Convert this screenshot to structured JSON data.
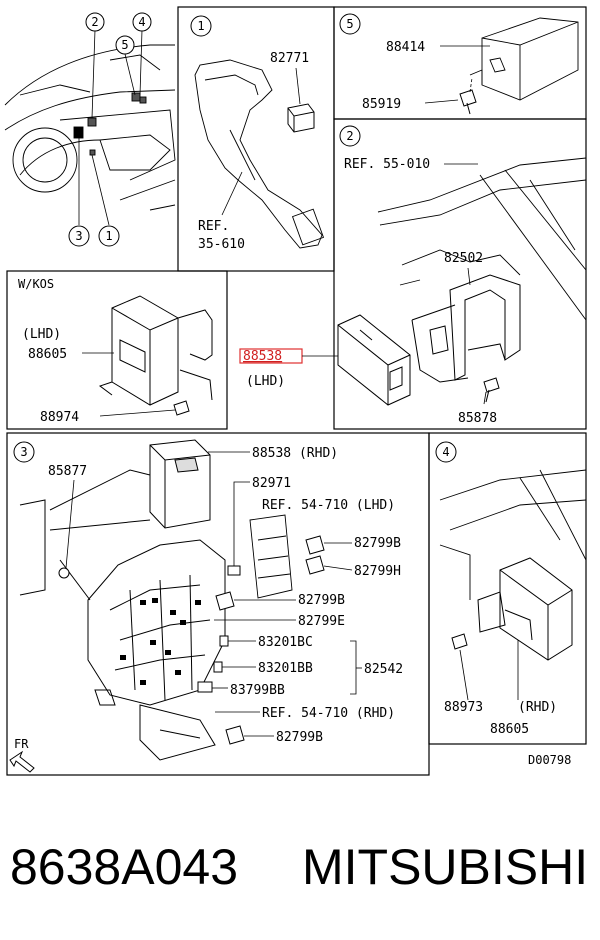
{
  "diagram": {
    "callout_numbers": [
      "1",
      "2",
      "3",
      "4",
      "5"
    ],
    "labels": {
      "p82771": "82771",
      "ref35610_a": "REF.",
      "ref35610_b": "35-610",
      "p88414": "88414",
      "p85919": "85919",
      "ref55010": "REF. 55-010",
      "p82502": "82502",
      "p88538_lhd": "88538",
      "lhd_a": "(LHD)",
      "p85878": "85878",
      "wkos": "W/KOS",
      "lhd_b": "(LHD)",
      "p88605_a": "88605",
      "p88974": "88974",
      "p88538_rhd": "88538 (RHD)",
      "p85877": "85877",
      "p82971": "82971",
      "ref54710_lhd": "REF. 54-710 (LHD)",
      "p82799B_a": "82799B",
      "p82799H": "82799H",
      "p82799B_b": "82799B",
      "p82799E": "82799E",
      "p83201BC": "83201BC",
      "p83201BB": "83201BB",
      "p82542": "82542",
      "p83799BB": "83799BB",
      "ref54710_rhd": "REF. 54-710 (RHD)",
      "p82799B_c": "82799B",
      "fr": "FR",
      "p88973": "88973",
      "rhd": "(RHD)",
      "p88605_b": "88605",
      "code": "D00798"
    },
    "highlight_color": "#e03030"
  },
  "caption": {
    "part_number": "8638A043",
    "brand": "MITSUBISHI"
  }
}
